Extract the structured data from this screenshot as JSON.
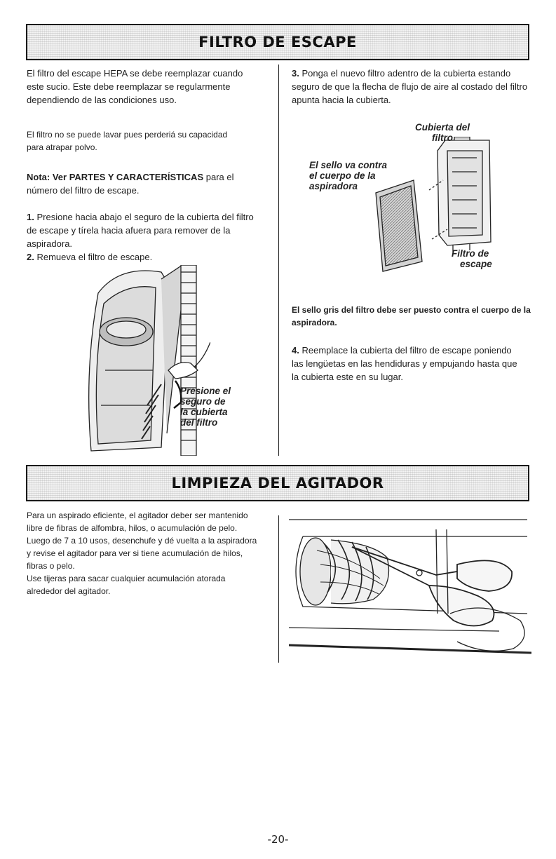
{
  "section1": {
    "title": "FILTRO DE ESCAPE",
    "left": {
      "intro": "El filtro del escape HEPA se debe reemplazar cuando este sucio. Este debe reemplazar se regularmente dependiendo de las condiciones uso.",
      "washing": "El filtro no se puede lavar pues perderiá su capacidad para atrapar polvo.",
      "note_label": "Nota:",
      "note_ref": "Ver PARTES Y CARACTERÍSTICAS",
      "note_rest": "para el número del filtro de escape.",
      "step1_num": "1.",
      "step1_text": "Presione hacia abajo el seguro de la cubierta del filtro de escape y tírela hacia afuera para remover de la aspiradora.",
      "step2_num": "2.",
      "step2_text": "Remueva el filtro de escape.",
      "callout_press": [
        "Presione el",
        "seguro de",
        "la cubierta",
        "del filtro"
      ]
    },
    "right": {
      "step3_num": "3.",
      "step3_text": "Ponga el nuevo filtro adentro de la cubierta estando seguro de que la flecha de flujo de aire al costado del filtro apunta hacia la cubierta.",
      "callout_cover": [
        "Cubierta del",
        "filtro"
      ],
      "callout_seal": [
        "El sello va contra",
        "el cuerpo de la",
        "aspiradora"
      ],
      "callout_filter": [
        "Filtro de",
        "escape"
      ],
      "seal_note": "El sello gris del filtro debe ser puesto contra el cuerpo de la aspiradora.",
      "step4_num": "4.",
      "step4_text": "Reemplace la cubierta del filtro de escape poniendo las lengüetas en las hendiduras y empujando hasta que la cubierta este en su lugar."
    }
  },
  "section2": {
    "title": "LIMPIEZA DEL AGITADOR",
    "para1": "Para un aspirado eficiente, el agitador deber ser mantenido libre de fibras de alfombra, hilos, o acumulación de pelo. Luego de 7 a 10 usos, desenchufe y dé vuelta a la aspiradora y revise el agitador para ver si tiene acumulación de hilos, fibras o pelo.",
    "para2": "Use tijeras para sacar cualquier acumulación atorada alrededor del agitador."
  },
  "page_number": "-20-"
}
